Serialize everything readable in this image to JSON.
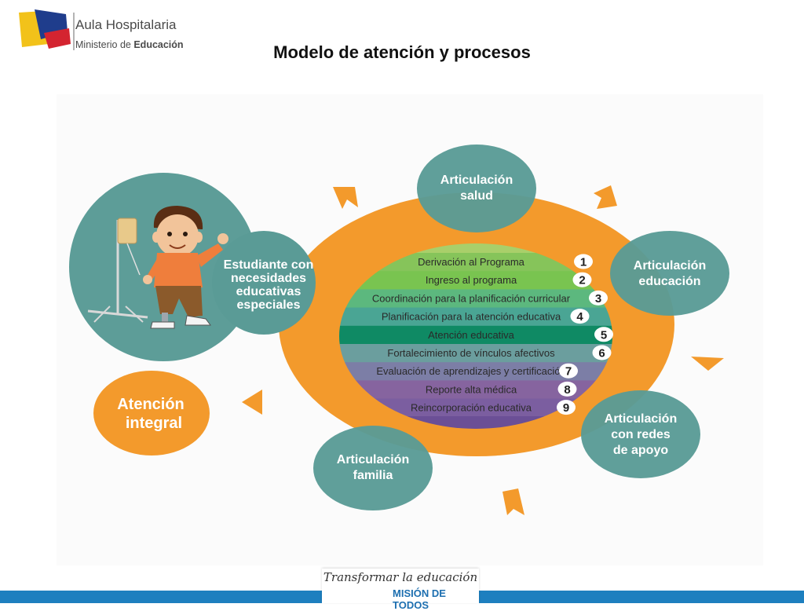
{
  "header": {
    "org_name": "Aula Hospitalaria",
    "ministry_prefix": "Ministerio de ",
    "ministry_bold": "Educación"
  },
  "slide": {
    "title": "Modelo de atención y procesos"
  },
  "diagram": {
    "student": [
      "Estudiante con",
      "necesidades",
      "educativas",
      "especiales"
    ],
    "integral": [
      "Atención",
      "integral"
    ],
    "salud": [
      "Articulación",
      "salud"
    ],
    "educacion": [
      "Articulación",
      "educación"
    ],
    "redes": [
      "Articulación",
      "con redes",
      "de apoyo"
    ],
    "familia": [
      "Articulación",
      "familia"
    ],
    "steps": [
      {
        "n": "1",
        "label": "Derivación al Programa"
      },
      {
        "n": "2",
        "label": "Ingreso al programa"
      },
      {
        "n": "3",
        "label": "Coordinación para la planificación curricular"
      },
      {
        "n": "4",
        "label": "Planificación para la atención educativa"
      },
      {
        "n": "5",
        "label": "Atención educativa"
      },
      {
        "n": "6",
        "label": "Fortalecimiento de vínculos afectivos"
      },
      {
        "n": "7",
        "label": "Evaluación de aprendizajes y certificación"
      },
      {
        "n": "8",
        "label": "Reporte alta médica"
      },
      {
        "n": "9",
        "label": "Reincorporación educativa"
      }
    ],
    "colors": {
      "orange": "#f39a2c",
      "teal": "#5a9b96",
      "steps": [
        "#86c45a",
        "#79c450",
        "#5cb87e",
        "#4aa594",
        "#0f8a64",
        "#6b9e9e",
        "#7c7ea6",
        "#86649f",
        "#7b5ea0"
      ]
    }
  },
  "footer": {
    "slogan": "Transformar la educación",
    "tag": "MISIÓN DE TODOS"
  }
}
